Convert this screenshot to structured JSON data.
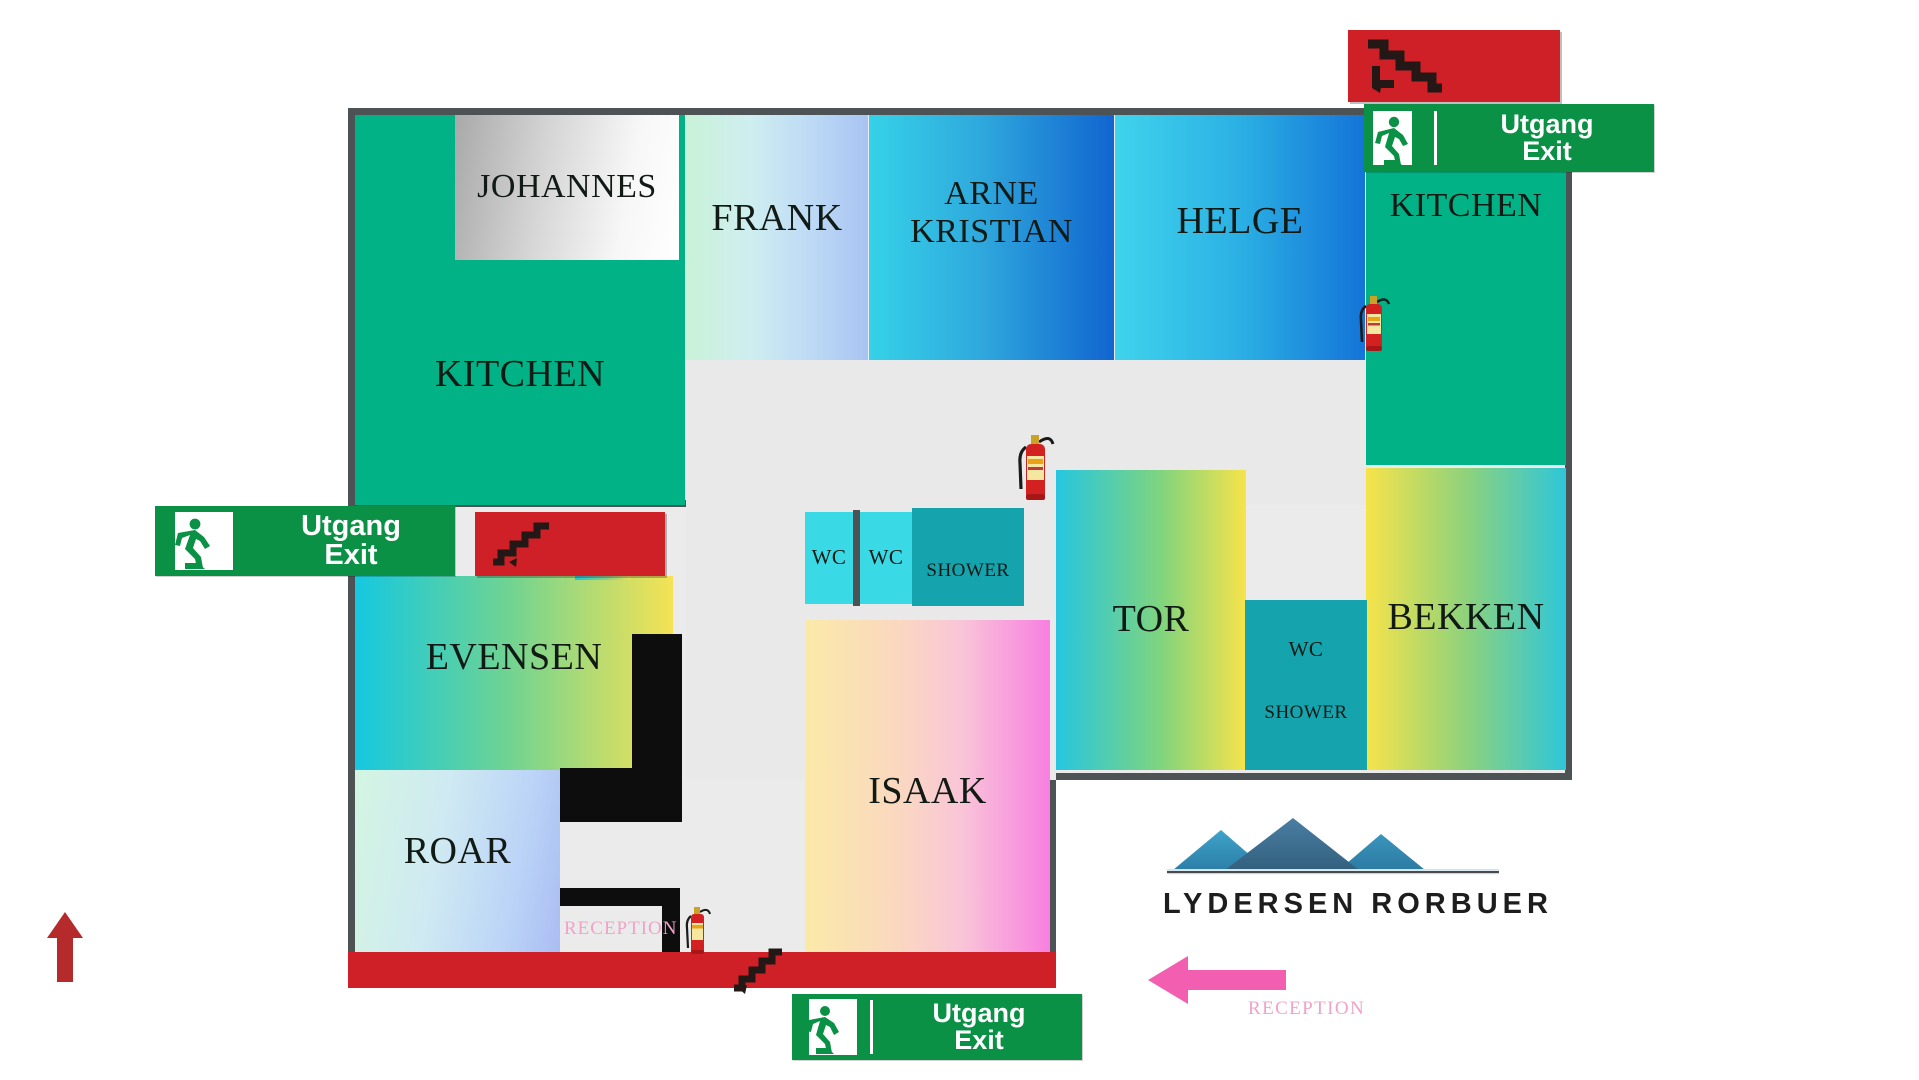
{
  "document": {
    "type": "floor-plan",
    "title": "Lydersen Rorbuer floor plan"
  },
  "brand": {
    "logo_name": "LYDERSEN RORBUER",
    "logo_icon": "mountains-icon",
    "peak_colors": [
      "#2b7fa8",
      "#3a6f93",
      "#2f84ad"
    ]
  },
  "rooms": [
    {
      "id": "johannes",
      "label": "JOHANNES",
      "fill": "silver-white-gradient"
    },
    {
      "id": "kitchen-left",
      "label": "KITCHEN",
      "fill": "#00b285"
    },
    {
      "id": "frank",
      "label": "FRANK",
      "fill": "mint-to-periwinkle"
    },
    {
      "id": "arne-kristian",
      "label": "ARNE\nKRISTIAN",
      "fill": "cyan-to-deepblue"
    },
    {
      "id": "helge",
      "label": "HELGE",
      "fill": "cyan-to-blue"
    },
    {
      "id": "kitchen-right",
      "label": "KITCHEN",
      "fill": "#00b285"
    },
    {
      "id": "evensen",
      "label": "EVENSEN",
      "fill": "cyan-to-yellow"
    },
    {
      "id": "roar",
      "label": "ROAR",
      "fill": "mint-to-periwinkle"
    },
    {
      "id": "isaak",
      "label": "ISAAK",
      "fill": "yellow-to-pink"
    },
    {
      "id": "tor",
      "label": "TOR",
      "fill": "cyan-to-yellow"
    },
    {
      "id": "bekken",
      "label": "BEKKEN",
      "fill": "yellow-to-cyan"
    },
    {
      "id": "wc-1",
      "label": "WC",
      "fill": "#39dae6"
    },
    {
      "id": "wc-2",
      "label": "WC",
      "fill": "#39dae6"
    },
    {
      "id": "shower-central",
      "label": "SHOWER",
      "fill": "#15a3ad"
    },
    {
      "id": "wc-tor",
      "label": "WC",
      "fill": "#15a3ad"
    },
    {
      "id": "shower-tor",
      "label": "SHOWER",
      "fill": "#15a3ad"
    },
    {
      "id": "reception",
      "label": "RECEPTION",
      "fill": "#ebebeb"
    }
  ],
  "room_labels": {
    "johannes": "JOHANNES",
    "kitchen_left": "KITCHEN",
    "frank": "FRANK",
    "arne_line1": "ARNE",
    "arne_line2": "KRISTIAN",
    "helge": "HELGE",
    "kitchen_right": "KITCHEN",
    "evensen": "EVENSEN",
    "roar": "ROAR",
    "isaak": "ISAAK",
    "tor": "TOR",
    "bekken": "BEKKEN",
    "wc_left": "WC",
    "wc_right": "WC",
    "shower_central": "SHOWER",
    "wc_tor": "WC",
    "shower_tor": "SHOWER",
    "reception": "RECEPTION"
  },
  "exit_signs": [
    {
      "id": "exit-top-right",
      "line1": "Utgang",
      "line2": "Exit",
      "icon": "running-man-icon",
      "icon_side": "left",
      "color": "#0b9146"
    },
    {
      "id": "exit-left",
      "line1": "Utgang",
      "line2": "Exit",
      "icon": "running-man-icon",
      "icon_side": "left",
      "color": "#0b9146"
    },
    {
      "id": "exit-bottom",
      "line1": "Utgang",
      "line2": "Exit",
      "icon": "running-man-icon",
      "icon_side": "left",
      "color": "#0b9146"
    }
  ],
  "stairs_markers": [
    {
      "id": "stairs-top-right",
      "icon": "stairs-down-icon",
      "color": "#cf2027"
    },
    {
      "id": "stairs-left",
      "icon": "stairs-down-icon",
      "color": "#cf2027"
    },
    {
      "id": "stairs-bottom",
      "icon": "stairs-down-icon",
      "color": "#cf2027"
    }
  ],
  "fire_extinguishers": [
    {
      "id": "fx-kitchen-right",
      "icon": "fire-extinguisher-icon"
    },
    {
      "id": "fx-corridor",
      "icon": "fire-extinguisher-icon"
    },
    {
      "id": "fx-reception",
      "icon": "fire-extinguisher-icon"
    }
  ],
  "annotations": {
    "north_arrow": {
      "icon": "arrow-up-icon",
      "color": "#b52b2b"
    },
    "reception_arrow": {
      "icon": "arrow-left-icon",
      "color": "#f25fb0",
      "label": "RECEPTION"
    }
  },
  "colors": {
    "wall": "#4d5355",
    "corridor": "#e9e9e9",
    "kitchen_green": "#00b285",
    "exit_green": "#0b9146",
    "stairs_red": "#cf2027",
    "wc_cyan": "#39dae6",
    "shower_teal": "#15a3ad",
    "reception_pink": "#f1a2c8",
    "arrow_pink": "#f25fb0",
    "arrow_red": "#b52b2b"
  }
}
